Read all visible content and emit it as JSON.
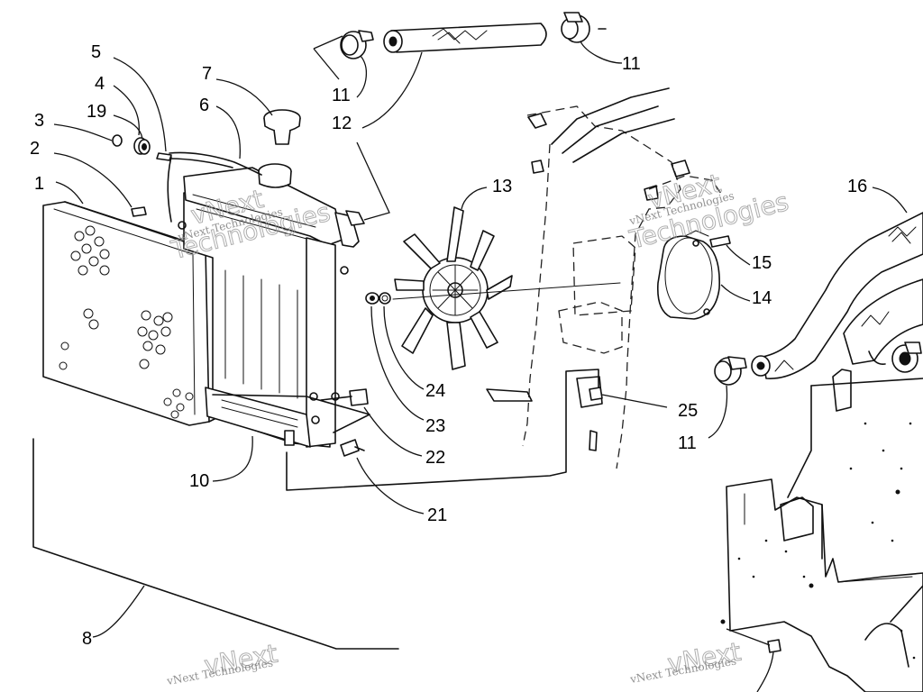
{
  "callouts": [
    {
      "id": "c1",
      "label": "1"
    },
    {
      "id": "c2",
      "label": "2"
    },
    {
      "id": "c3",
      "label": "3"
    },
    {
      "id": "c4",
      "label": "4"
    },
    {
      "id": "c5",
      "label": "5"
    },
    {
      "id": "c6",
      "label": "6"
    },
    {
      "id": "c7",
      "label": "7"
    },
    {
      "id": "c8",
      "label": "8"
    },
    {
      "id": "c10",
      "label": "10"
    },
    {
      "id": "c11a",
      "label": "11"
    },
    {
      "id": "c11b",
      "label": "11"
    },
    {
      "id": "c11c",
      "label": "11"
    },
    {
      "id": "c12",
      "label": "12"
    },
    {
      "id": "c13",
      "label": "13"
    },
    {
      "id": "c14",
      "label": "14"
    },
    {
      "id": "c15",
      "label": "15"
    },
    {
      "id": "c16",
      "label": "16"
    },
    {
      "id": "c19",
      "label": "19"
    },
    {
      "id": "c21",
      "label": "21"
    },
    {
      "id": "c22",
      "label": "22"
    },
    {
      "id": "c23",
      "label": "23"
    },
    {
      "id": "c24",
      "label": "24"
    },
    {
      "id": "c25",
      "label": "25"
    }
  ],
  "watermark": {
    "line1": "vNext",
    "line2": "Technologies",
    "small": "vNext Technologies"
  },
  "colors": {
    "ink": "#111111",
    "watermark": "#9a9a9a",
    "background": "#ffffff"
  }
}
